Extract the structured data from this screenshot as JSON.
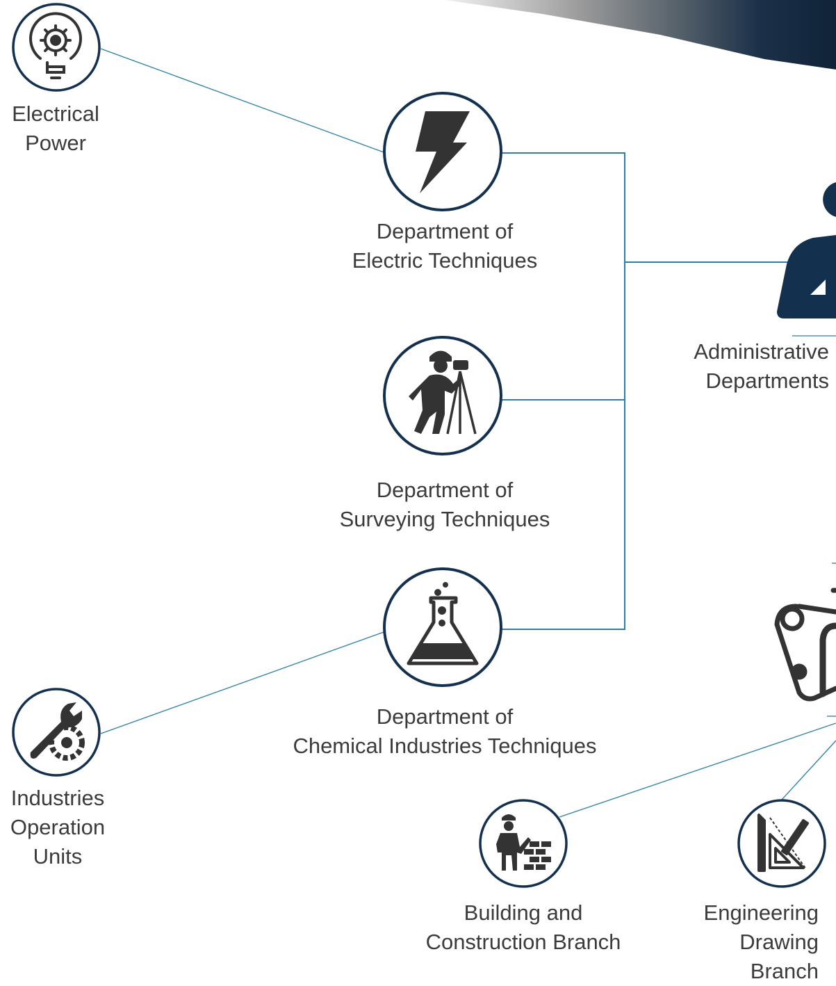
{
  "colors": {
    "connector": "#2b7ea6",
    "ring": "#14304f",
    "icon": "#333333",
    "admin_icon": "#14304f",
    "text": "#3b3b3b"
  },
  "nodes": {
    "electrical_power": {
      "icon": "gear-bulb-icon",
      "lines": [
        "Electrical",
        "Power"
      ]
    },
    "electric_techniques": {
      "icon": "lightning-bolt-icon",
      "lines": [
        "Department of",
        "Electric Techniques"
      ]
    },
    "surveying_techniques": {
      "icon": "surveyor-icon",
      "lines": [
        "Department of",
        "Surveying Techniques"
      ]
    },
    "chemical_techniques": {
      "icon": "flask-icon",
      "lines": [
        "Department of",
        "Chemical Industries Techniques"
      ]
    },
    "industries_operation": {
      "icon": "wrench-gear-icon",
      "lines": [
        "Industries",
        "Operation",
        "Units"
      ]
    },
    "administrative": {
      "icon": "administrator-icon",
      "lines": [
        "Administrative",
        "Departments"
      ]
    },
    "building_construction": {
      "icon": "bricklayer-icon",
      "lines": [
        "Building and",
        "Construction Branch"
      ]
    },
    "engineering_drawing": {
      "icon": "drafting-tools-icon",
      "lines": [
        "Engineering",
        "Drawing",
        "Branch"
      ]
    },
    "blueprints": {
      "icon": "blueprint-roll-icon",
      "lines": []
    }
  }
}
